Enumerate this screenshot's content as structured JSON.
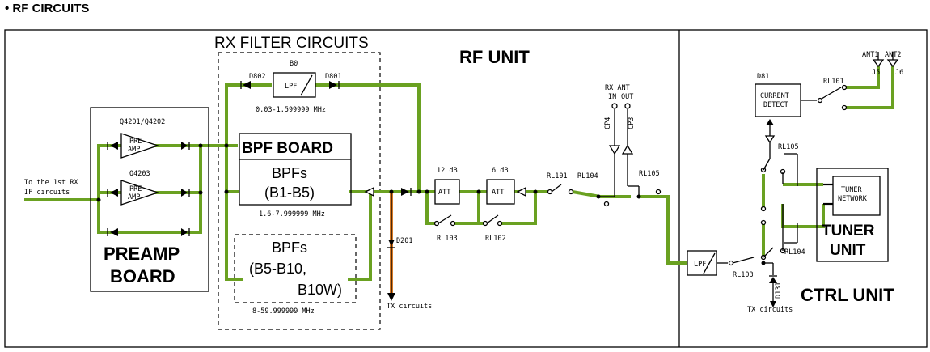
{
  "heading": "• RF CIRCUITS",
  "units": {
    "rf": "RF UNIT",
    "ctrl": "CTRL UNIT",
    "rx_filter": "RX FILTER CIRCUITS",
    "tuner": [
      "TUNER",
      "UNIT"
    ]
  },
  "input_label": [
    "To the 1st RX",
    "IF circuits"
  ],
  "preamp": {
    "title": [
      "PREAMP",
      "BOARD"
    ],
    "q1": "Q4201/Q4202",
    "q2": "Q4203",
    "amp": [
      "PRE",
      "AMP"
    ]
  },
  "lpf_b0": {
    "ref": "B0",
    "label": "LPF",
    "range": "0.03-1.599999 MHz",
    "d_left": "D802",
    "d_right": "D801"
  },
  "bpf_board": {
    "title": "BPF BOARD",
    "text": [
      "BPFs",
      "(B1-B5)"
    ],
    "range": "1.6-7.999999 MHz"
  },
  "bpf_ext": {
    "text": [
      "BPFs",
      "(B5-B10,",
      "B10W)"
    ],
    "range": "8-59.999999 MHz"
  },
  "att": {
    "label": "ATT",
    "a1": "12 dB",
    "a2": "6 dB",
    "rl103": "RL103",
    "rl102": "RL102"
  },
  "d201": "D201",
  "tx_circuits": "TX circuits",
  "relays": {
    "rl101": "RL101",
    "rl104": "RL104",
    "rl105": "RL105"
  },
  "rx_ant": {
    "title": "RX ANT",
    "in": "IN",
    "out": "OUT",
    "cp4": "CP4",
    "cp3": "CP3"
  },
  "ctrl": {
    "d81": "D81",
    "current": [
      "CURRENT",
      "DETECT"
    ],
    "rl101": "RL101",
    "rl105": "RL105",
    "rl104": "RL104",
    "rl103": "RL103",
    "d131": "D131",
    "ant1": "ANT1",
    "ant2": "ANT2",
    "j5": "J5",
    "j6": "J6",
    "tuner_net": [
      "TUNER",
      "NETWORK"
    ],
    "lpf": "LPF",
    "tx": "TX circuits"
  }
}
